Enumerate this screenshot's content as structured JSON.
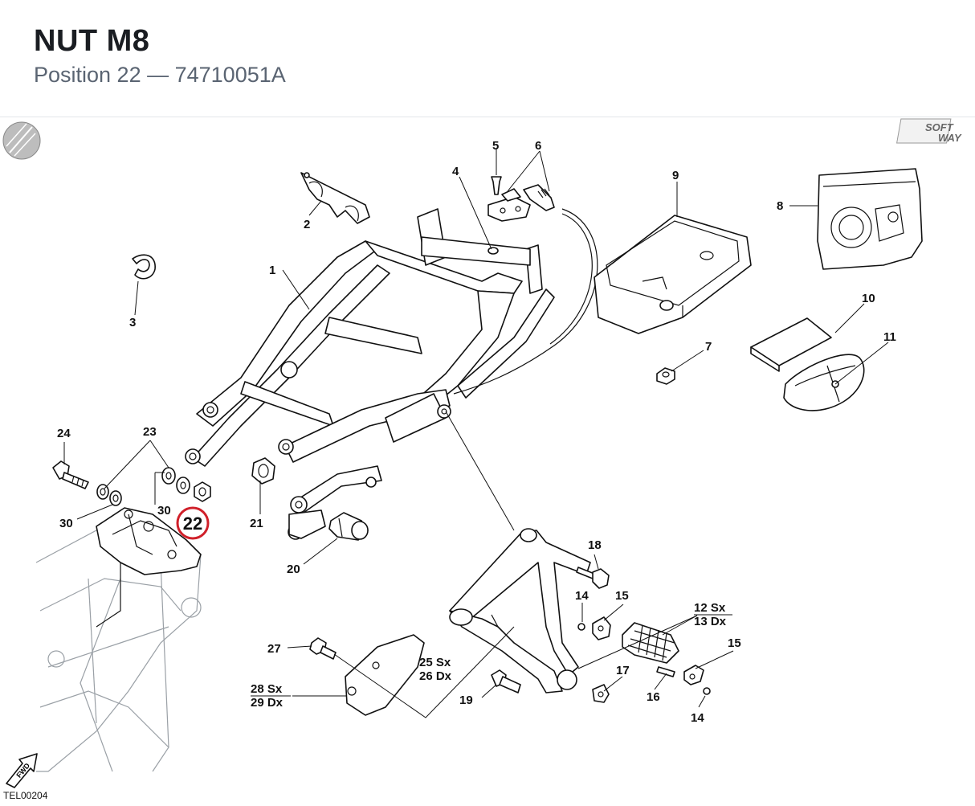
{
  "header": {
    "title": "NUT M8",
    "subtitle_position": "Position 22",
    "subtitle_sep": " — ",
    "subtitle_code": "74710051A"
  },
  "diagram": {
    "code": "TEL00204",
    "highlight_color": "#d0202a",
    "logo_top": "SOFT",
    "logo_bottom": "WAY",
    "fwd_label": "FWD",
    "labels": {
      "p1": "1",
      "p2": "2",
      "p3": "3",
      "p4": "4",
      "p5": "5",
      "p6": "6",
      "p7": "7",
      "p8": "8",
      "p9": "9",
      "p10": "10",
      "p11": "11",
      "p12": "12 Sx",
      "p13": "13 Dx",
      "p14a": "14",
      "p14b": "14",
      "p15a": "15",
      "p15b": "15",
      "p16": "16",
      "p17": "17",
      "p18": "18",
      "p19": "19",
      "p20": "20",
      "p21": "21",
      "p22": "22",
      "p23": "23",
      "p24": "24",
      "p25": "25 Sx",
      "p26": "26 Dx",
      "p27": "27",
      "p28": "28 Sx",
      "p29": "29 Dx",
      "p30a": "30",
      "p30b": "30"
    }
  }
}
